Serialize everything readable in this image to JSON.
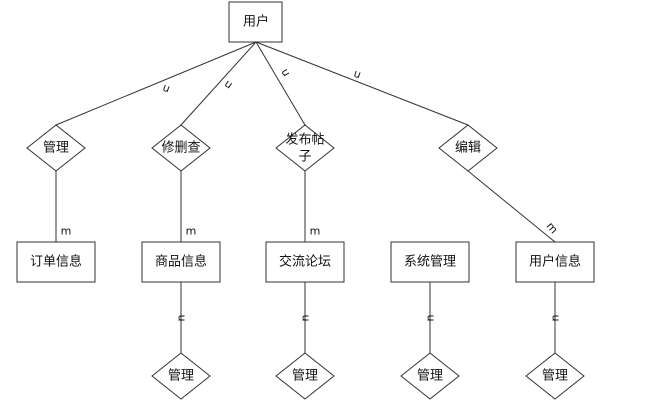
{
  "diagram": {
    "type": "ER diagram",
    "root_entity": {
      "id": "user",
      "label": "用户"
    },
    "relations": [
      {
        "id": "rel-manage-order",
        "label": "管理",
        "lines": [
          "管理"
        ],
        "from": "user",
        "to": "order",
        "card_top": "n",
        "card_bottom": "m"
      },
      {
        "id": "rel-edit-goods",
        "label": "修删查",
        "lines": [
          "修删查"
        ],
        "from": "user",
        "to": "goods",
        "card_top": "n",
        "card_bottom": "m"
      },
      {
        "id": "rel-post",
        "label": "发布帖子",
        "lines": [
          "发布帖",
          "子"
        ],
        "from": "user",
        "to": "forum",
        "card_top": "n",
        "card_bottom": "m"
      },
      {
        "id": "rel-edit-userinfo",
        "label": "编辑",
        "lines": [
          "编辑"
        ],
        "from": "user",
        "to": "userinfo",
        "card_top": "n",
        "card_bottom": "m"
      }
    ],
    "entities": [
      {
        "id": "order",
        "label": "订单信息"
      },
      {
        "id": "goods",
        "label": "商品信息"
      },
      {
        "id": "forum",
        "label": "交流论坛"
      },
      {
        "id": "sysadmin",
        "label": "系统管理"
      },
      {
        "id": "userinfo",
        "label": "用户信息"
      }
    ],
    "bottom_relations": [
      {
        "id": "manage-goods",
        "label": "管理",
        "entity": "goods",
        "card": "n"
      },
      {
        "id": "manage-forum",
        "label": "管理",
        "entity": "forum",
        "card": "n"
      },
      {
        "id": "manage-sysadmin",
        "label": "管理",
        "entity": "sysadmin",
        "card": "n"
      },
      {
        "id": "manage-userinfo",
        "label": "管理",
        "entity": "userinfo",
        "card": "n"
      }
    ]
  }
}
